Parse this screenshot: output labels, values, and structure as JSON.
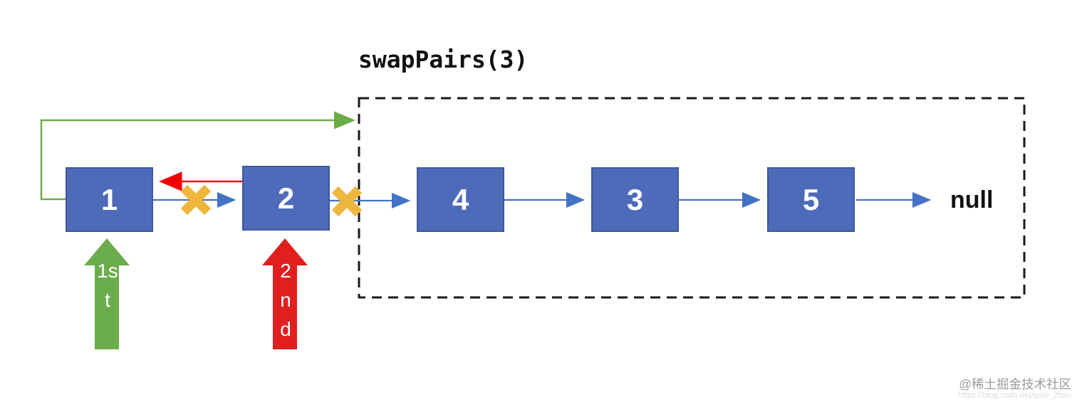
{
  "title": "swapPairs(3)",
  "diagram": {
    "description": "linked-list pair-swap recursion diagram",
    "nodes": [
      {
        "value": "1"
      },
      {
        "value": "2"
      },
      {
        "value": "4"
      },
      {
        "value": "3"
      },
      {
        "value": "5"
      }
    ],
    "tail_label": "null",
    "pointer_labels": {
      "first": "1st",
      "second": "2nd"
    },
    "icons": {
      "broken_link_x": "x-cross-icon",
      "green_new_link": "green-arrow-to-recursion-box",
      "red_new_link": "red-arrow-node2-to-node1",
      "first_pointer": "green-up-arrow",
      "second_pointer": "red-up-arrow"
    },
    "colors": {
      "node_fill": "#4E6BBA",
      "node_border": "#3D5998",
      "blue_arrow": "#4472C4",
      "green_line": "#6CAC47",
      "red_line": "#F20000",
      "big_green_arrow": "#6BAD4B",
      "big_red_arrow": "#E01F1F",
      "x_mark": "#EFB63E",
      "dashed_border": "#1a1a1a"
    }
  },
  "watermark": {
    "community": "@稀土掘金技术社区",
    "url": "https://blog.csdn.net/qiao_zhan"
  }
}
